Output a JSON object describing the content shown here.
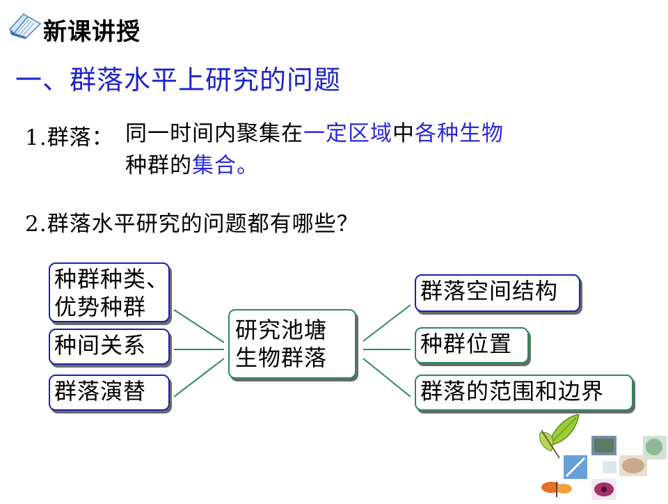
{
  "header": {
    "title": "新课讲授",
    "icon": "book-icon"
  },
  "section": {
    "heading": "一、群落水平上研究的问题"
  },
  "point1": {
    "label": "1.群落：",
    "line1": {
      "a": "同一时间内聚集在",
      "b": "一定区域",
      "c": "中",
      "d": "各种生物"
    },
    "line2": {
      "a": "种群的",
      "b": "集合",
      "c": "。"
    }
  },
  "point2": {
    "text": "2.群落水平研究的问题都有哪些？"
  },
  "diagram": {
    "center": {
      "line1": "研究池塘",
      "line2": "生物群落"
    },
    "left": [
      {
        "line1": "种群种类、",
        "line2": "优势种群"
      },
      {
        "line1": "种间关系"
      },
      {
        "line1": "群落演替"
      }
    ],
    "right": [
      {
        "line1": "群落空间结构"
      },
      {
        "line1": "种群位置"
      },
      {
        "line1": "群落的范围和边界"
      }
    ]
  },
  "colors": {
    "heading_blue": "#1c24c8",
    "emphasis_blue": "#2a2ad6",
    "box_blue": "#1820b0",
    "box_green": "#2a8a5a"
  },
  "decoration": {
    "bottom_right": "biology-collage-image"
  }
}
